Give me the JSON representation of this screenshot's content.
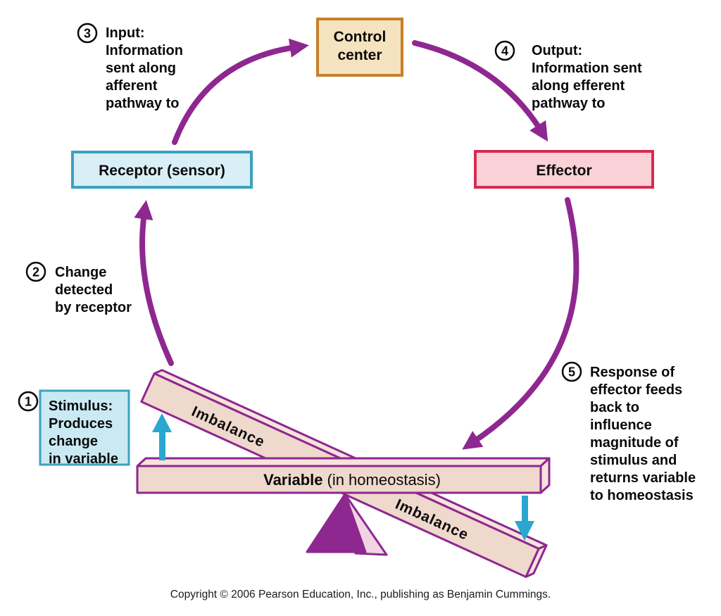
{
  "boxes": {
    "control_center": {
      "line1": "Control",
      "line2": "center"
    },
    "receptor": {
      "label": "Receptor (sensor)"
    },
    "effector": {
      "label": "Effector"
    }
  },
  "steps": {
    "step1": {
      "number": "1",
      "lines": [
        "Stimulus:",
        "Produces",
        "change",
        "in variable"
      ]
    },
    "step2": {
      "number": "2",
      "lines": [
        "Change",
        "detected",
        "by receptor"
      ]
    },
    "step3": {
      "number": "3",
      "lines": [
        "Input:",
        "Information",
        "sent along",
        "afferent",
        "pathway to"
      ]
    },
    "step4": {
      "number": "4",
      "lines": [
        "Output:",
        "Information sent",
        "along efferent",
        "pathway to"
      ]
    },
    "step5": {
      "number": "5",
      "lines": [
        "Response of",
        "effector feeds",
        "back to",
        "influence",
        "magnitude of",
        "stimulus and",
        "returns variable",
        "to homeostasis"
      ]
    }
  },
  "seesaw": {
    "imbalance_upper": "Imbalance",
    "imbalance_lower": "Imbalance",
    "variable_bold": "Variable",
    "variable_rest": "(in homeostasis)"
  },
  "footer": {
    "copyright": "Copyright © 2006 Pearson Education, Inc., publishing as Benjamin Cummings."
  },
  "colors": {
    "arrow_purple": "#8E2790",
    "beam_fill": "#EFD8CC",
    "beam_top_fill": "#F6E4DA",
    "beam_border": "#8E2790",
    "fulcrum_purple": "#8E2790",
    "fulcrum_highlight": "#F0D4E2",
    "cyan_arrow": "#2AA7CF",
    "control_fill": "#F4E3BE",
    "control_border": "#C8802A",
    "receptor_fill": "#D9EFF7",
    "receptor_border": "#3AA2C0",
    "effector_fill": "#FAD1D6",
    "effector_border": "#D62B52",
    "stimulus_fill": "#C9EAF3",
    "stimulus_border": "#3AA2C0",
    "text": "#0A0A0A"
  }
}
